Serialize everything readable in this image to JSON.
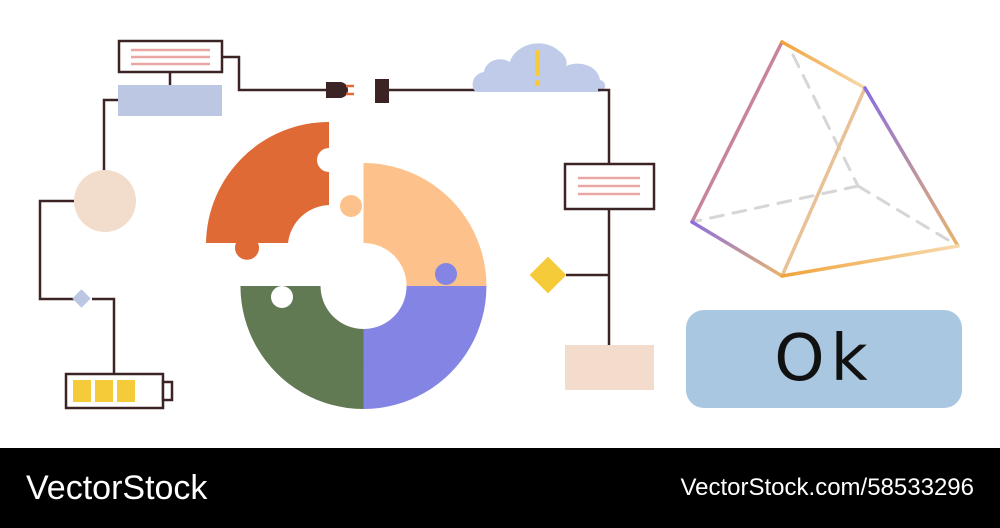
{
  "ok_button": {
    "label": "Ok"
  },
  "footer": {
    "brand": "VectorStock",
    "image_id": "VectorStock.com/58533296"
  },
  "colors": {
    "line": "#3d2424",
    "puzzle_orange": "#e06a35",
    "puzzle_peach": "#fdc28b",
    "puzzle_green": "#627a53",
    "puzzle_violet": "#8384e3",
    "cloud": "#bfcbe8",
    "box_blue": "#bcc7e3",
    "circle": "#f2dccb",
    "diamond_yellow": "#f6cb3a",
    "battery_cells": "#f6cb3a",
    "box_peach": "#f3dccb",
    "ok_bg": "#a9c7e0",
    "footer_bg": "#000000"
  },
  "icons": [
    "plug-icon",
    "socket-icon",
    "cloud-warning-icon",
    "battery-icon",
    "jigsaw-ring-icon",
    "pyramid-icon"
  ]
}
